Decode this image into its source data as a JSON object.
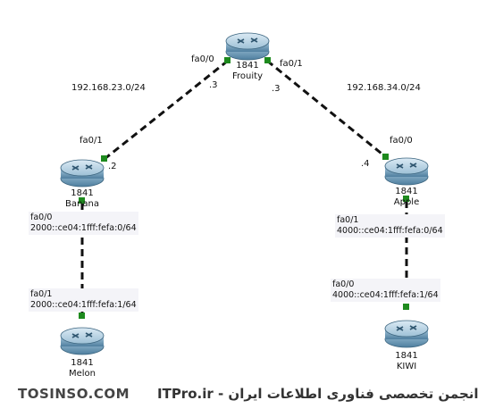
{
  "routers": {
    "frouity": {
      "model": "1841",
      "name": "Frouity"
    },
    "banana": {
      "model": "1841",
      "name": "Banana"
    },
    "apple": {
      "model": "1841",
      "name": "Apple"
    },
    "melon": {
      "model": "1841",
      "name": "Melon"
    },
    "kiwi": {
      "model": "1841",
      "name": "KIWI"
    }
  },
  "interfaces": {
    "frouity_left": "fa0/0",
    "frouity_right": "fa0/1",
    "banana_top": "fa0/1",
    "banana_bottom": "fa0/0",
    "apple_top": "fa0/0",
    "apple_bottom": "fa0/1",
    "melon_top": "fa0/1",
    "kiwi_top": "fa0/0"
  },
  "host_octets": {
    "frouity_left": ".3",
    "frouity_right": ".3",
    "banana": ".2",
    "apple": ".4"
  },
  "networks": {
    "left": "192.168.23.0/24",
    "right": "192.168.34.0/24"
  },
  "ipv6": {
    "banana": "2000::ce04:1fff:fefa:0/64",
    "melon": "2000::ce04:1fff:fefa:1/64",
    "apple": "4000::ce04:1fff:fefa:0/64",
    "kiwi": "4000::ce04:1fff:fefa:1/64"
  },
  "watermark": {
    "left": "TOSINSO.COM",
    "right": "ITPro.ir - انجمن تخصصی فناوری اطلاعات ایران"
  },
  "colors": {
    "link": "#111111",
    "port": "#1e8a1e",
    "router_body": "#6f9fbd",
    "router_top": "#bcd6e6",
    "ip_box": "#f4f4f8"
  }
}
